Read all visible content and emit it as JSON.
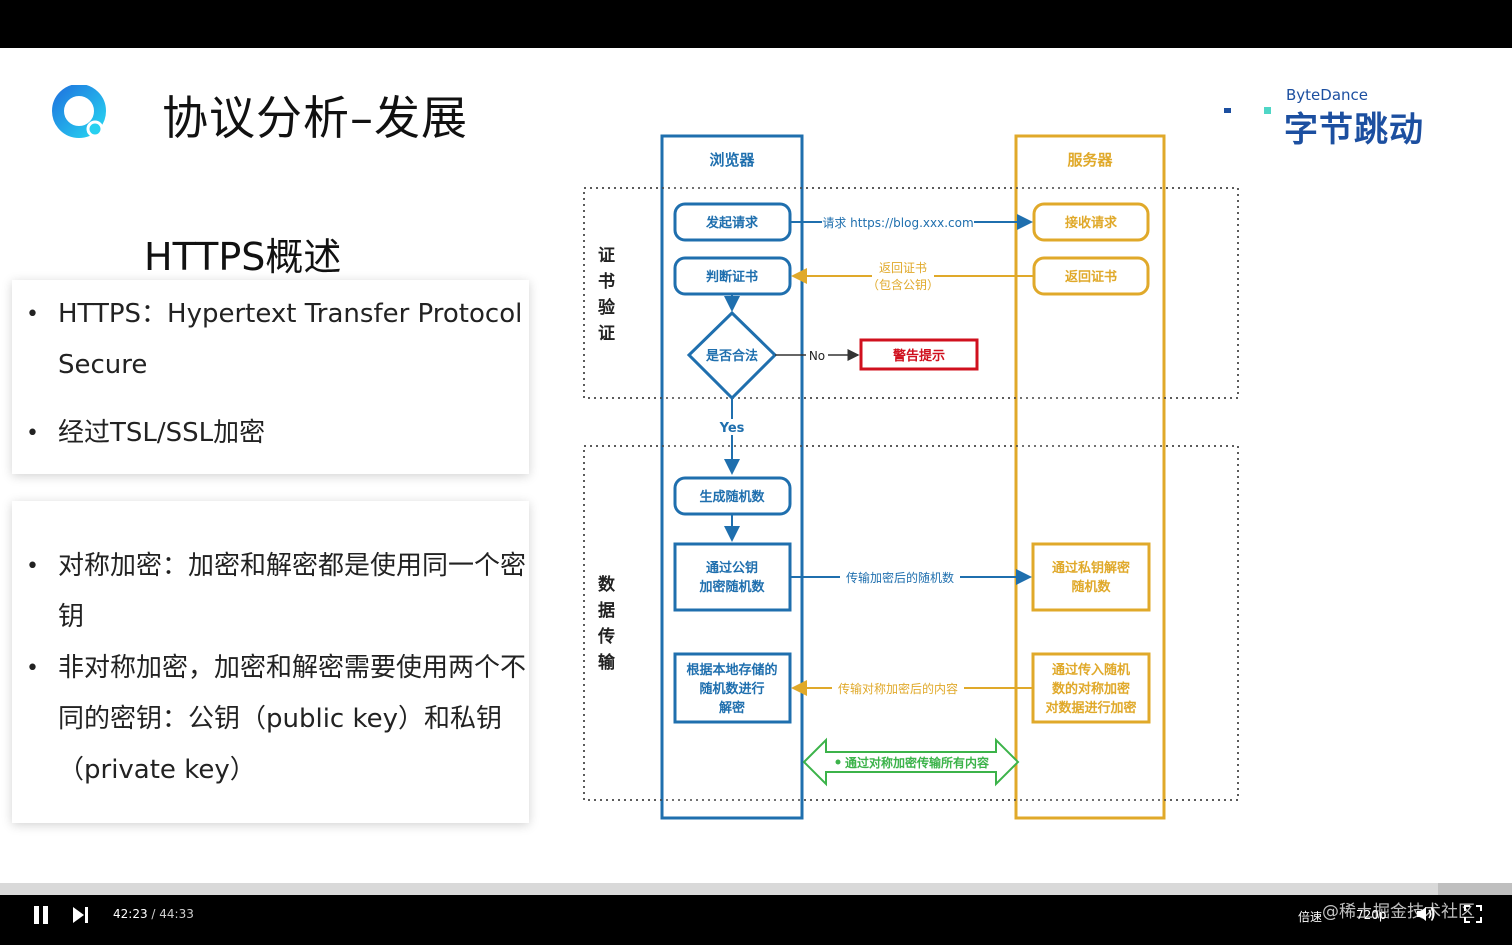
{
  "slide": {
    "title": "协议分析–发展",
    "brand": {
      "en": "ByteDance",
      "cn": "字节跳动"
    },
    "section_title": "HTTPS概述",
    "card1": {
      "bullets": [
        "HTTPS：Hypertext Transfer Protocol Secure",
        "经过TSL/SSL加密"
      ]
    },
    "card2": {
      "bullets": [
        "对称加密：加密和解密都是使用同一个密钥",
        "非对称加密，加密和解密需要使用两个不同的密钥：公钥（public key）和私钥（private key）"
      ]
    }
  },
  "diagram": {
    "browser_label": "浏览器",
    "server_label": "服务器",
    "phase1_label": "证书验证",
    "phase2_label": "数据传输",
    "browser_steps": {
      "send_request": "发起请求",
      "check_cert": "判断证书",
      "is_valid": "是否合法",
      "gen_random": "生成随机数",
      "encrypt_random_1": "通过公钥",
      "encrypt_random_2": "加密随机数",
      "decrypt_local_1": "根据本地存储的",
      "decrypt_local_2": "随机数进行",
      "decrypt_local_3": "解密"
    },
    "server_steps": {
      "receive_request": "接收请求",
      "return_cert": "返回证书",
      "decrypt_private_1": "通过私钥解密",
      "decrypt_private_2": "随机数",
      "encrypt_data_1": "通过传入随机",
      "encrypt_data_2": "数的对称加密",
      "encrypt_data_3": "对数据进行加密"
    },
    "warning": "警告提示",
    "no_label": "No",
    "yes_label": "Yes",
    "arrows": {
      "request": "请求 https://blog.xxx.com",
      "return_cert_1": "返回证书",
      "return_cert_2": "（包含公钥）",
      "send_encrypted_random": "传输加密后的随机数",
      "send_encrypted_content": "传输对称加密后的内容",
      "symmetric_all": "通过对称加密传输所有内容"
    },
    "colors": {
      "browser": "#1f6fae",
      "server": "#e0a92a",
      "warning": "#d0101e",
      "green": "#3cb34a"
    }
  },
  "player": {
    "current_time": "42:23",
    "separator": " / ",
    "total_time": "44:33",
    "progress": 0.951,
    "speed_label": "倍速",
    "quality_label": "720p",
    "watermark": "@稀土掘金技术社区"
  }
}
